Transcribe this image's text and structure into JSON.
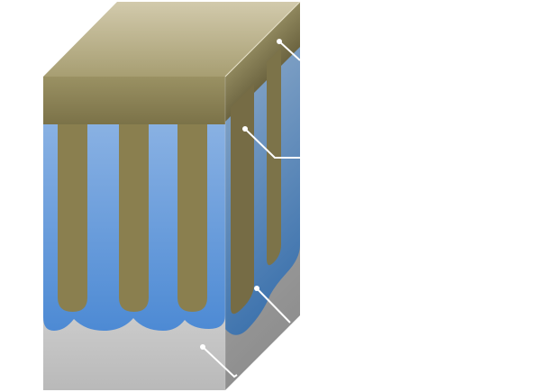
{
  "diagram": {
    "colors": {
      "top_face": "#cfc7a6",
      "electrode": "#8c8354",
      "electrolyte": "#4f8fd6",
      "substrate": "#bdbdbd",
      "callout": "#ffffff"
    },
    "front_finger_count": 3,
    "side_finger_count": 2,
    "callout_count": 4
  }
}
